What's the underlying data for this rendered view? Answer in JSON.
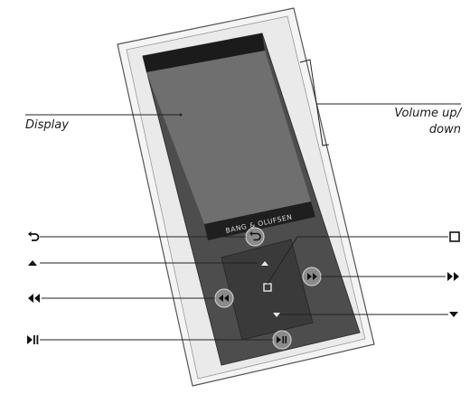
{
  "device": {
    "brand": "BANG & OLUFSEN",
    "buttons": {
      "back": "back-arrow-icon",
      "rewind": "rewind-icon",
      "forward": "fast-forward-icon",
      "play_pause": "play-pause-icon",
      "up": "up-triangle-icon",
      "down": "down-triangle-icon",
      "stop": "square-icon"
    }
  },
  "callouts": {
    "display": "Display",
    "volume_line1": "Volume up/",
    "volume_line2": "down"
  },
  "legend_icons": {
    "back": "back-arrow-icon",
    "up": "up-triangle-icon",
    "rewind": "rewind-icon",
    "play_pause": "play-pause-icon",
    "stop": "square-icon",
    "forward": "fast-forward-icon",
    "down": "down-triangle-icon"
  }
}
